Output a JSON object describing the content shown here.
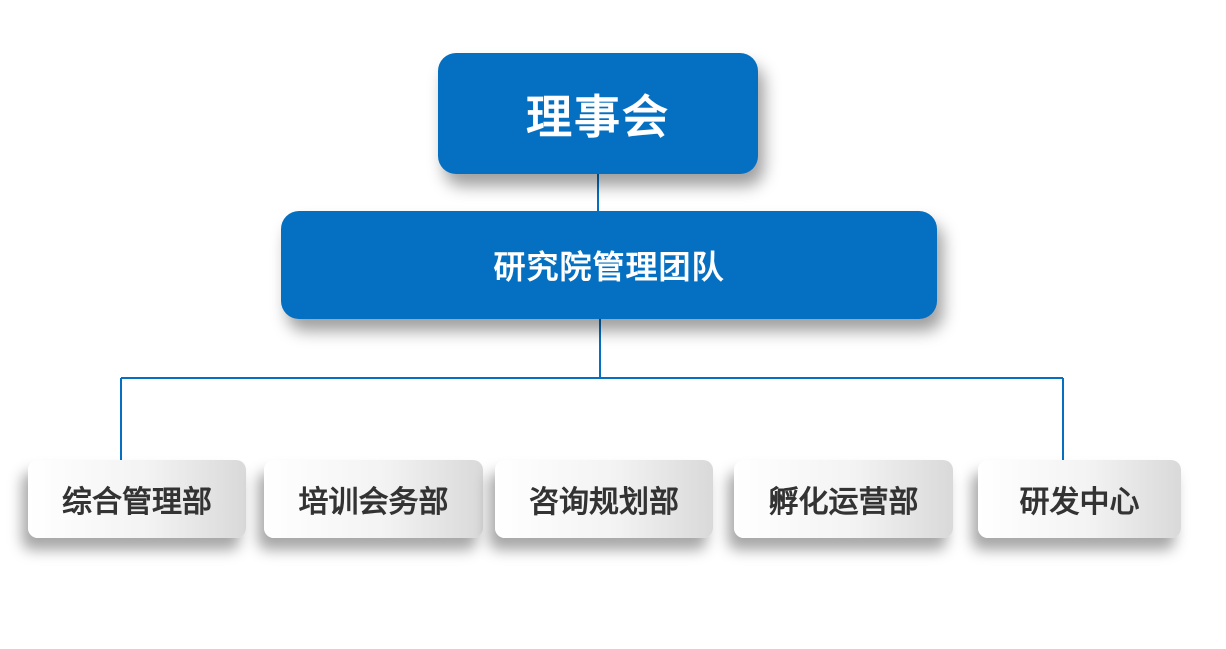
{
  "org_chart": {
    "top": {
      "label": "理事会"
    },
    "management": {
      "label": "研究院管理团队"
    },
    "departments": [
      {
        "label": "综合管理部"
      },
      {
        "label": "培训会务部"
      },
      {
        "label": "咨询规划部"
      },
      {
        "label": "孵化运营部"
      },
      {
        "label": "研发中心"
      }
    ]
  },
  "colors": {
    "primary_box": "#0570c1",
    "connector": "#0570c1",
    "department_text": "#333333",
    "background": "#ffffff"
  }
}
